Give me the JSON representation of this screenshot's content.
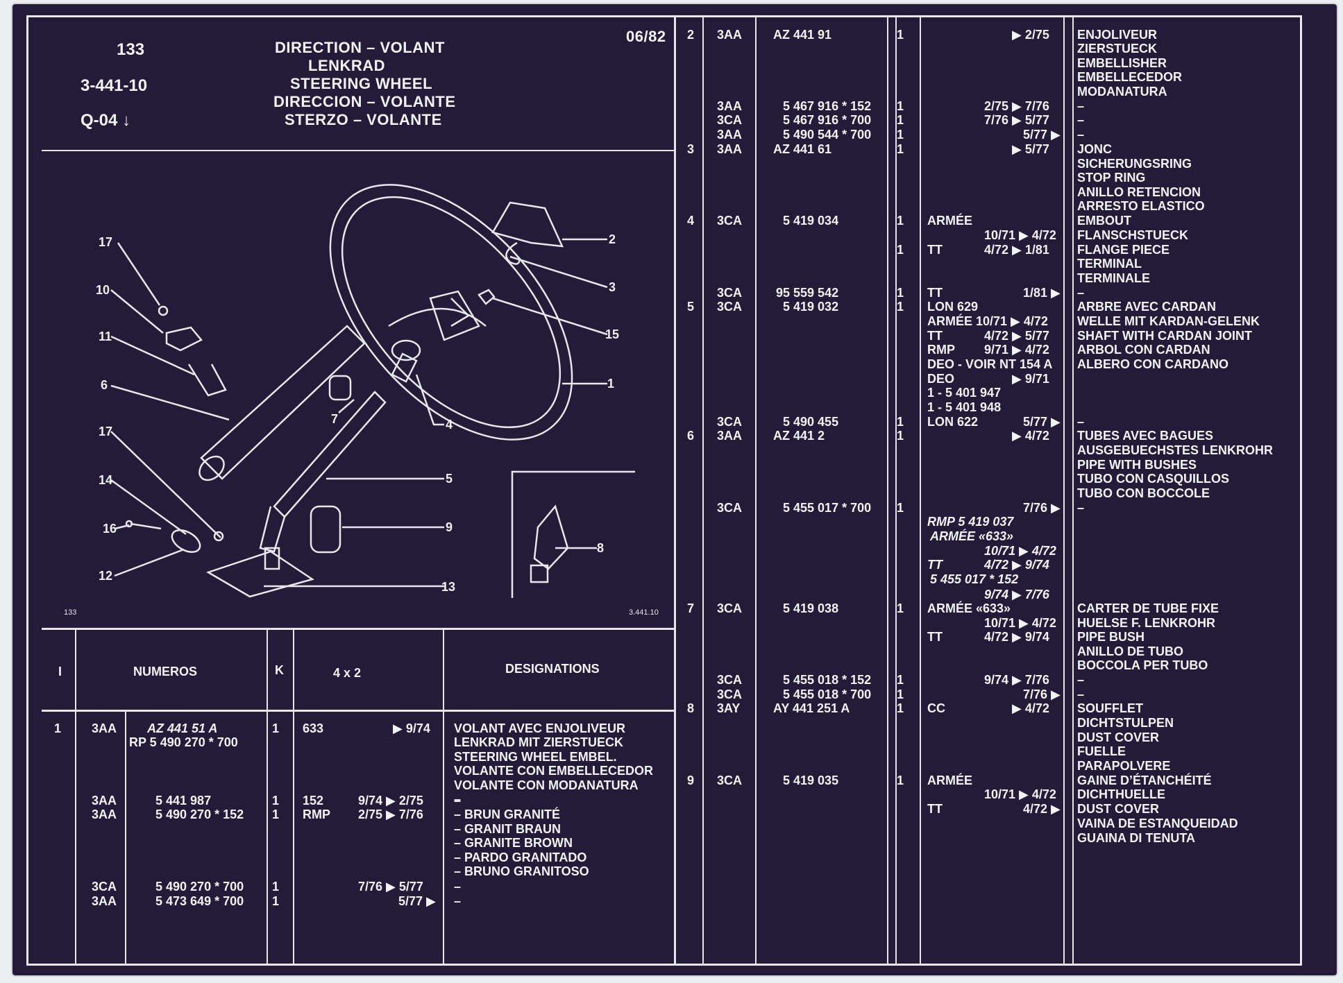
{
  "header": {
    "group": "133",
    "code": "3-441-10",
    "q": "Q-04 ↓",
    "date": "06/82",
    "title_lines": [
      "DIRECTION – VOLANT",
      "LENKRAD",
      "STEERING WHEEL",
      "DIRECCION – VOLANTE",
      "STERZO – VOLANTE"
    ]
  },
  "diagram": {
    "caption_left": "133",
    "caption_right": "3.441.10",
    "callouts": [
      "17",
      "10",
      "11",
      "6",
      "17",
      "14",
      "16",
      "12",
      "2",
      "3",
      "15",
      "1",
      "4",
      "7",
      "5",
      "9",
      "13",
      "8"
    ]
  },
  "table_header": {
    "col_i": "I",
    "col_num": "NUMEROS",
    "col_k": "K",
    "col_4x2": "4 x 2",
    "col_des": "DESIGNATIONS"
  },
  "left_rows": [
    {
      "i": "1",
      "cat": "3AA",
      "num": "AZ 441   51 A",
      "k": "1",
      "opt": "633",
      "date": "▶ 9/74",
      "des": "VOLANT AVEC ENJOLIVEUR"
    },
    {
      "num": "RP 5 490 270 * 700",
      "des": "LENKRAD MIT ZIERSTUECK"
    },
    {
      "des": "STEERING WHEEL EMBEL."
    },
    {
      "des": "VOLANTE CON EMBELLECEDOR"
    },
    {
      "des": "VOLANTE CON MODANATURA"
    },
    {
      "des": "–"
    },
    {
      "cat": "3AA",
      "num": "5 441 987",
      "k": "1",
      "opt": "152",
      "date": "9/74 ▶ 2/75",
      "des": "–"
    },
    {
      "cat": "3AA",
      "num": "5 490 270 * 152",
      "k": "1",
      "opt": "RMP",
      "date": "2/75 ▶ 7/76",
      "des": "– BRUN GRANITÉ"
    },
    {
      "des": "– GRANIT BRAUN"
    },
    {
      "des": "– GRANITE BROWN"
    },
    {
      "des": "– PARDO GRANITADO"
    },
    {
      "des": "– BRUNO GRANITOSO"
    },
    {
      "cat": "3CA",
      "num": "5 490 270 * 700",
      "k": "1",
      "date": "7/76 ▶ 5/77",
      "des": "–"
    },
    {
      "cat": "3AA",
      "num": "5 473 649 * 700",
      "k": "1",
      "date": "5/77 ▶",
      "des": "–"
    }
  ],
  "right_rows": [
    {
      "i": "2",
      "cat": "3AA",
      "num": "AZ 441   91",
      "k": "1",
      "opt": "",
      "date": "▶ 2/75",
      "des": "ENJOLIVEUR"
    },
    {
      "des": "ZIERSTUECK"
    },
    {
      "des": "EMBELLISHER"
    },
    {
      "des": "EMBELLECEDOR"
    },
    {
      "des": "MODANATURA"
    },
    {
      "cat": "3AA",
      "num": "5 467 916 * 152",
      "k": "1",
      "date": "2/75 ▶ 7/76",
      "des": "–"
    },
    {
      "cat": "3CA",
      "num": "5 467 916 * 700",
      "k": "1",
      "date": "7/76 ▶ 5/77",
      "des": "–"
    },
    {
      "cat": "3AA",
      "num": "5 490 544 * 700",
      "k": "1",
      "date": "5/77 ▶",
      "des": "–"
    },
    {
      "i": "3",
      "cat": "3AA",
      "num": "AZ 441   61",
      "k": "1",
      "date": "▶ 5/77",
      "des": "JONC"
    },
    {
      "des": "SICHERUNGSRING"
    },
    {
      "des": "STOP RING"
    },
    {
      "des": "ANILLO RETENCION"
    },
    {
      "des": "ARRESTO ELASTICO"
    },
    {
      "i": "4",
      "cat": "3CA",
      "num": "5 419 034",
      "k": "1",
      "opt": "ARMÉE",
      "des": "EMBOUT"
    },
    {
      "date": "10/71 ▶ 4/72",
      "des": "FLANSCHSTUECK"
    },
    {
      "k": "1",
      "opt": "TT",
      "date": "4/72 ▶ 1/81",
      "des": "FLANGE PIECE"
    },
    {
      "des": "TERMINAL"
    },
    {
      "des": "TERMINALE"
    },
    {
      "cat": "3CA",
      "num": "95 559 542",
      "k": "1",
      "opt": "TT",
      "date": "1/81 ▶",
      "des": "–"
    },
    {
      "i": "5",
      "cat": "3CA",
      "num": "5 419 032",
      "k": "1",
      "opt": "LON 629",
      "des": "ARBRE AVEC CARDAN"
    },
    {
      "opt": "ARMÉE 10/71 ▶ 4/72",
      "des": "WELLE MIT KARDAN-GELENK"
    },
    {
      "opt": "TT",
      "date": "4/72 ▶ 5/77",
      "des": "SHAFT WITH CARDAN JOINT"
    },
    {
      "opt": "RMP",
      "date": "9/71 ▶ 4/72",
      "des": "ARBOL CON CARDAN"
    },
    {
      "opt": "DEO - VOIR NT 154 A",
      "des": "ALBERO CON CARDANO"
    },
    {
      "opt": "DEO",
      "date": "▶ 9/71"
    },
    {
      "opt": "1 - 5 401 947"
    },
    {
      "opt": "1 - 5 401 948"
    },
    {
      "cat": "3CA",
      "num": "5 490 455",
      "k": "1",
      "opt": "LON 622",
      "date": "5/77 ▶",
      "des": "–"
    },
    {
      "i": "6",
      "cat": "3AA",
      "num": "AZ 441   2",
      "k": "1",
      "date": "▶ 4/72",
      "des": "TUBES AVEC BAGUES"
    },
    {
      "des": "AUSGEBUECHSTES LENKROHR"
    },
    {
      "des": "PIPE WITH BUSHES"
    },
    {
      "des": "TUBO CON CASQUILLOS"
    },
    {
      "des": "TUBO CON BOCCOLE"
    },
    {
      "cat": "3CA",
      "num": "5 455 017 * 700",
      "k": "1",
      "date": "7/76 ▶",
      "des": "–"
    },
    {
      "opt": "RMP  5 419 037"
    },
    {
      "opt": "ARMÉE «633»"
    },
    {
      "date": "10/71 ▶ 4/72"
    },
    {
      "opt": "TT",
      "date": "4/72 ▶ 9/74"
    },
    {
      "opt": "5 455 017 * 152"
    },
    {
      "date": "9/74 ▶ 7/76"
    },
    {
      "i": "7",
      "cat": "3CA",
      "num": "5 419 038",
      "k": "1",
      "opt": "ARMÉE «633»",
      "des": "CARTER DE TUBE FIXE"
    },
    {
      "date": "10/71 ▶ 4/72",
      "des": "HUELSE F. LENKROHR"
    },
    {
      "opt": "TT",
      "date": "4/72 ▶ 9/74",
      "des": "PIPE BUSH"
    },
    {
      "des": "ANILLO DE TUBO"
    },
    {
      "des": "BOCCOLA PER TUBO"
    },
    {
      "cat": "3CA",
      "num": "5 455 018 * 152",
      "k": "1",
      "date": "9/74 ▶ 7/76",
      "des": "–"
    },
    {
      "cat": "3CA",
      "num": "5 455 018 * 700",
      "k": "1",
      "date": "7/76 ▶",
      "des": "–"
    },
    {
      "i": "8",
      "cat": "3AY",
      "num": "AY 441 251 A",
      "k": "1",
      "opt": "CC",
      "date": "▶ 4/72",
      "des": "SOUFFLET"
    },
    {
      "des": "DICHTSTULPEN"
    },
    {
      "des": "DUST COVER"
    },
    {
      "des": "FUELLE"
    },
    {
      "des": "PARAPOLVERE"
    },
    {
      "i": "9",
      "cat": "3CA",
      "num": "5 419 035",
      "k": "1",
      "opt": "ARMÉE",
      "des": "GAINE D’ÉTANCHÉITÉ"
    },
    {
      "date": "10/71 ▶ 4/72",
      "des": "DICHTHUELLE"
    },
    {
      "opt": "TT",
      "date": "4/72 ▶",
      "des": "DUST COVER"
    },
    {
      "des": "VAINA DE ESTANQUEIDAD"
    },
    {
      "des": "GUAINA DI TENUTA"
    }
  ]
}
